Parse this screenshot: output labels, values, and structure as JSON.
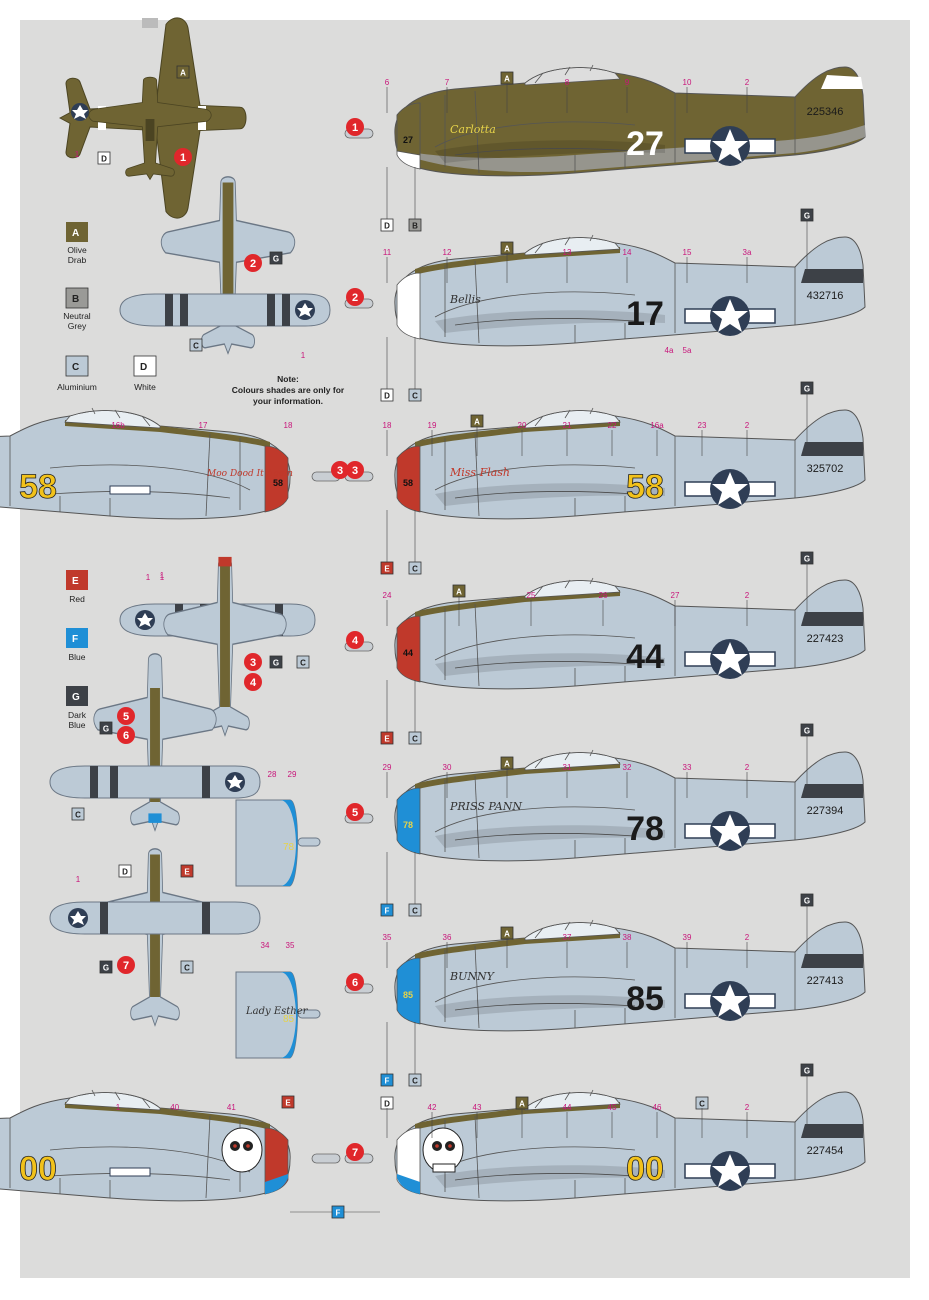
{
  "colours": {
    "olive_drab": "#6f6433",
    "neutral_grey": "#9a9a97",
    "aluminium": "#bccad6",
    "white": "#ffffff",
    "red": "#c0392b",
    "blue": "#1f8fd6",
    "dark_blue": "#3d4147",
    "paper": "#dcdcdb",
    "callout": "#c8157a",
    "marker_red": "#e0272b",
    "roundel_blue": "#2f3e55"
  },
  "legend": {
    "A": {
      "code": "A",
      "lines": [
        "Olive",
        "Drab"
      ]
    },
    "B": {
      "code": "B",
      "lines": [
        "Neutral",
        "Grey"
      ]
    },
    "C": {
      "code": "C",
      "lines": [
        "Aluminium"
      ]
    },
    "D": {
      "code": "D",
      "lines": [
        "White"
      ]
    },
    "E": {
      "code": "E",
      "lines": [
        "Red"
      ]
    },
    "F": {
      "code": "F",
      "lines": [
        "Blue"
      ]
    },
    "G": {
      "code": "G",
      "lines": [
        "Dark",
        "Blue"
      ]
    }
  },
  "note": {
    "title": "Note:",
    "lines": [
      "Colours shades are only for",
      "your information."
    ]
  },
  "profiles": [
    {
      "num": "1",
      "code": "27",
      "serial": "225346",
      "nose_text": "27",
      "nose_art": "Carlotta",
      "callouts": [
        "6",
        "7",
        "A",
        "8",
        "9",
        "10",
        "2"
      ],
      "bottom_codes": [
        "D",
        "B"
      ]
    },
    {
      "num": "2",
      "code": "17",
      "serial": "432716",
      "nose_text": "",
      "nose_art": "Bellis",
      "callouts": [
        "11",
        "12",
        "A",
        "13",
        "14",
        "15",
        "3a"
      ],
      "sub_callouts": [
        "4a",
        "5a"
      ],
      "top_code": "G",
      "bottom_codes": [
        "D",
        "C"
      ]
    },
    {
      "num": "3",
      "code": "58",
      "serial": "325702",
      "nose_text": "58",
      "nose_art": "Miss Flash",
      "callouts": [
        "18",
        "19",
        "A",
        "20",
        "21",
        "22",
        "16a",
        "23",
        "2"
      ],
      "top_code": "G",
      "bottom_codes": [
        "E",
        "C"
      ]
    },
    {
      "num": "4",
      "code": "44",
      "serial": "227423",
      "nose_text": "44",
      "nose_art": "",
      "callouts": [
        "24",
        "A",
        "25",
        "26",
        "27",
        "2"
      ],
      "top_code": "G",
      "bottom_codes": [
        "E",
        "C"
      ]
    },
    {
      "num": "5",
      "code": "78",
      "serial": "227394",
      "nose_text": "78",
      "nose_art": "PRISS PANN",
      "callouts": [
        "29",
        "30",
        "A",
        "31",
        "32",
        "33",
        "2"
      ],
      "top_code": "G",
      "bottom_codes": [
        "F",
        "C"
      ]
    },
    {
      "num": "6",
      "code": "85",
      "serial": "227413",
      "nose_text": "85",
      "nose_art": "BUNNY",
      "callouts": [
        "35",
        "36",
        "A",
        "37",
        "38",
        "39",
        "2"
      ],
      "top_code": "G",
      "bottom_codes": [
        "F",
        "C"
      ]
    },
    {
      "num": "7",
      "code": "00",
      "serial": "227454",
      "nose_text": "",
      "nose_art": "",
      "callouts": [
        "D",
        "42",
        "43",
        "A",
        "44",
        "45",
        "46",
        "C",
        "2"
      ],
      "top_code": "G",
      "bottom_codes": []
    }
  ],
  "left_profiles": [
    {
      "code": "58",
      "callouts": [
        "16b",
        "17",
        "18"
      ],
      "nose_art": "Moo Dood It Again",
      "nose_text": "58",
      "bottom_callouts": [
        "1"
      ]
    },
    {
      "code": "00",
      "callouts": [
        "1",
        "40",
        "41",
        "E"
      ],
      "nose_art": "",
      "bottom_code": "F"
    }
  ],
  "cowls": [
    {
      "callouts": [
        "28",
        "29"
      ],
      "nose_text": "78"
    },
    {
      "callouts": [
        "34",
        "35"
      ],
      "nose_text": "85",
      "art": "Lady Esther"
    }
  ],
  "planforms": {
    "p1": {
      "num": "1",
      "code": "A",
      "callouts": [
        "1"
      ],
      "codes": [
        "D"
      ]
    },
    "p2": {
      "num": "2",
      "code": "G",
      "callouts": [
        "1"
      ],
      "codes": [
        "C"
      ]
    },
    "p34": {
      "nums": [
        "3",
        "4"
      ],
      "callouts": [
        "1",
        "1"
      ],
      "codes": [
        "G",
        "C"
      ]
    },
    "p56": {
      "nums": [
        "5",
        "6"
      ],
      "code": "G",
      "codes": [
        "C"
      ]
    },
    "p7": {
      "num": "7",
      "callouts": [
        "1"
      ],
      "codes": [
        "D",
        "E",
        "G",
        "C"
      ]
    }
  }
}
